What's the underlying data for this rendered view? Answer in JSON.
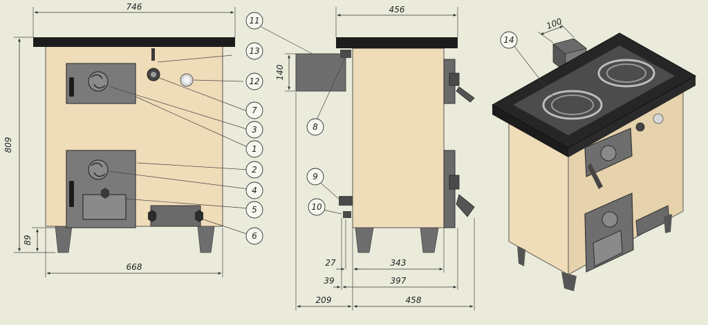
{
  "drawing": {
    "dimensions": {
      "front_top_width": "746",
      "front_height": "809",
      "front_leg_height": "89",
      "front_base_width": "668",
      "side_top_width": "456",
      "side_flue_height": "140",
      "side_d27": "27",
      "side_d343": "343",
      "side_d39": "39",
      "side_d397": "397",
      "side_d209": "209",
      "side_d458": "458",
      "iso_flue": "100"
    },
    "callouts": [
      "1",
      "2",
      "3",
      "4",
      "5",
      "6",
      "7",
      "8",
      "9",
      "10",
      "11",
      "12",
      "13",
      "14"
    ]
  },
  "colors": {
    "body": "#efdcb8",
    "top": "#1c1c1c",
    "metal": "#6e6e6e",
    "background": "#ebebdc",
    "accent_frame": "#3a3a3a"
  }
}
